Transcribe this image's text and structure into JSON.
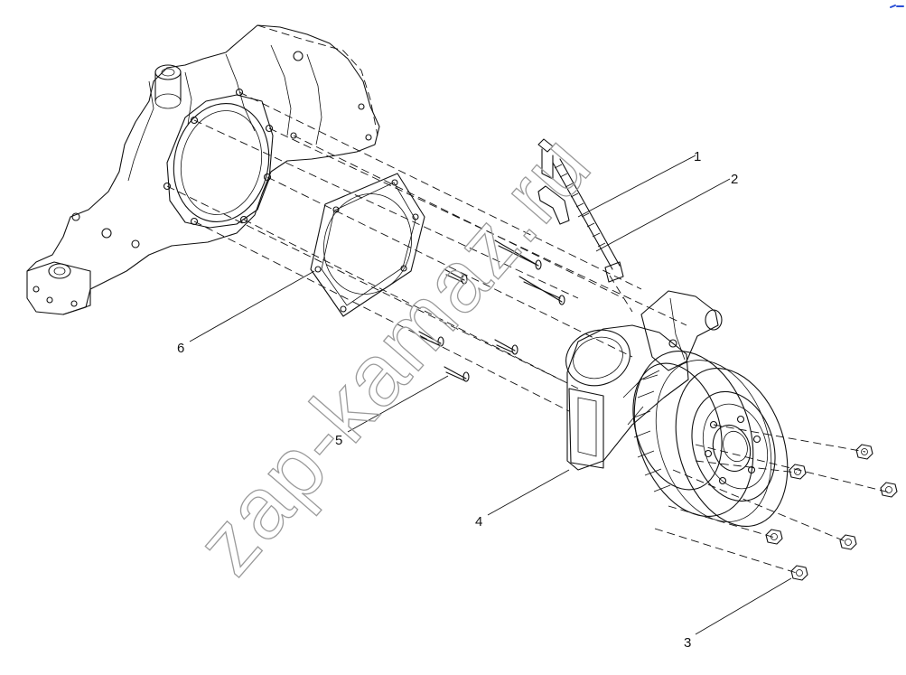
{
  "watermark": {
    "text": "zap-kamaz.ru"
  },
  "callouts": [
    {
      "id": "1",
      "label": "1"
    },
    {
      "id": "2",
      "label": "2"
    },
    {
      "id": "3",
      "label": "3"
    },
    {
      "id": "4",
      "label": "4"
    },
    {
      "id": "5",
      "label": "5"
    },
    {
      "id": "6",
      "label": "6"
    }
  ],
  "corner_mark": {
    "color": "#2a4fd6"
  }
}
